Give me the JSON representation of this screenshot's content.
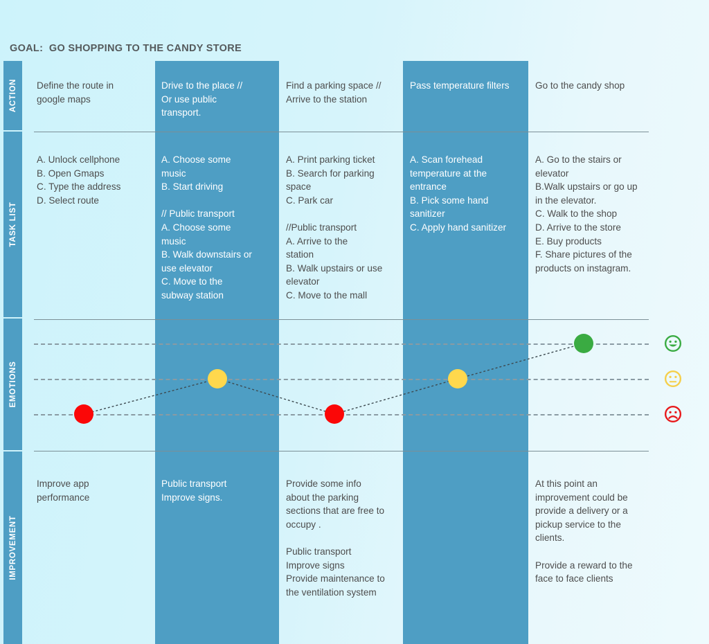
{
  "title": "GOAL:  GO SHOPPING TO THE CANDY STORE",
  "colors": {
    "band_blue": "#4e9ec4",
    "background_light": "#cdf3fb",
    "text": "#4d4d4d",
    "text_on_blue": "#ffffff",
    "happy": "#3aab42",
    "neutral": "#ffd84d",
    "sad": "#fb0707",
    "rule": "#7b8f96"
  },
  "rows": {
    "action": "ACTION",
    "task_list": "TASK LIST",
    "emotions": "EMOTIONS",
    "improvement": "IMPROVEMENT"
  },
  "action": [
    "Define the route in\ngoogle maps",
    "Drive to the place //\nOr use public\ntransport.",
    "Find a parking space //\nArrive to the station",
    "Pass temperature filters",
    "Go to the candy shop"
  ],
  "task_list": [
    "A. Unlock cellphone\nB. Open Gmaps\nC. Type the address\nD. Select route",
    "A. Choose some\nmusic\nB. Start driving\n\n// Public transport\nA. Choose some\nmusic\nB. Walk downstairs or\nuse elevator\nC. Move to the\nsubway station",
    "A. Print parking ticket\nB. Search for parking\nspace\nC. Park car\n\n//Public transport\nA. Arrive to the\nstation\nB. Walk upstairs or use\nelevator\nC. Move to the mall",
    "A. Scan forehead\ntemperature at the\nentrance\nB. Pick some hand\nsanitizer\nC. Apply hand sanitizer",
    "A. Go to the stairs or\nelevator\nB.Walk upstairs or go up\nin the elevator.\nC. Walk to the shop\nD. Arrive to the store\nE. Buy products\nF. Share pictures of the\nproducts on instagram."
  ],
  "improvement": [
    "Improve app\nperformance",
    "Public transport\nImprove signs.",
    "Provide some info\nabout the parking\nsections that are free to\noccupy .\n\nPublic transport\nImprove signs\nProvide maintenance to\nthe ventilation system",
    "",
    "At this point an\nimprovement could be\nprovide a delivery or a\npickup service to the\nclients.\n\nProvide a reward to the\nface to face clients"
  ],
  "chart_data": {
    "type": "line",
    "title": "EMOTIONS",
    "categories": [
      "Define the route in google maps",
      "Drive to the place // Or use public transport.",
      "Find a parking space // Arrive to the station",
      "Pass temperature filters",
      "Go to the candy shop"
    ],
    "levels": [
      "sad",
      "neutral",
      "sad",
      "neutral",
      "happy"
    ],
    "values": [
      1,
      2,
      1,
      2,
      3
    ],
    "ylim": [
      1,
      3
    ],
    "ytick_labels": [
      "happy-face-icon",
      "neutral-face-icon",
      "sad-face-icon"
    ],
    "ytick_values": [
      3,
      2,
      1
    ],
    "point_colors": [
      "#fb0707",
      "#ffd84d",
      "#fb0707",
      "#ffd84d",
      "#3aab42"
    ],
    "grid": "dashed-horizontal",
    "legend": "none",
    "xlabel": "",
    "ylabel": ""
  }
}
